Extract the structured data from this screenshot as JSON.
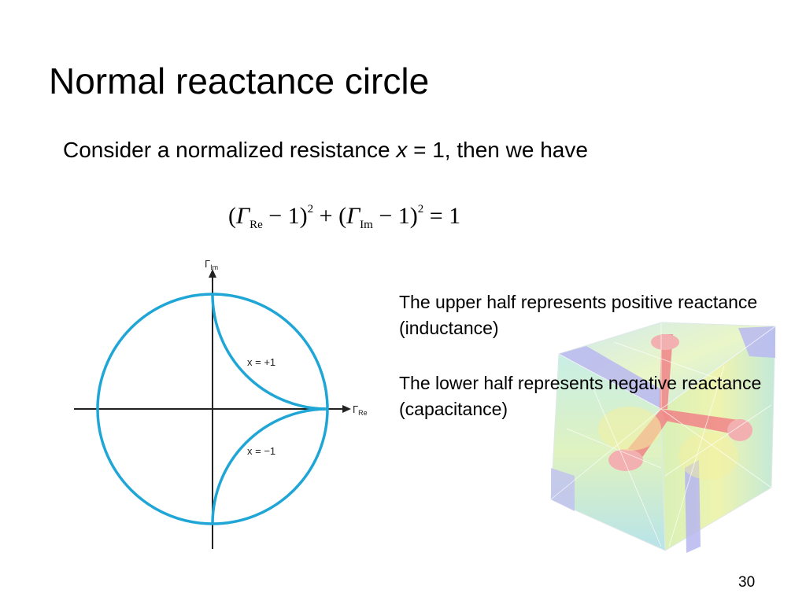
{
  "slide": {
    "title": "Normal reactance circle",
    "intro": {
      "before": "Consider a normalized resistance ",
      "var": "x",
      "after": " = 1, then we have"
    },
    "equation": {
      "open1": "(",
      "gamma1": "Γ",
      "sub1": "Re",
      "minus1": " − 1)",
      "exp1": "2",
      "plus": " + (",
      "gamma2": "Γ",
      "sub2": "Im",
      "minus2": " − 1)",
      "exp2": "2",
      "equals": " = 1"
    },
    "diagram": {
      "y_axis_gamma": "Γ",
      "y_axis_sub": "Im",
      "x_axis_gamma": "Γ",
      "x_axis_sub": "Re",
      "curve_pos_label": "x = +1",
      "curve_neg_label": "x = −1",
      "curve_color": "#1fa6d6"
    },
    "upper_text": "The upper half represents positive reactance (inductance)",
    "lower_text": "The lower half represents negative reactance (capacitance)",
    "page_number": "30"
  }
}
